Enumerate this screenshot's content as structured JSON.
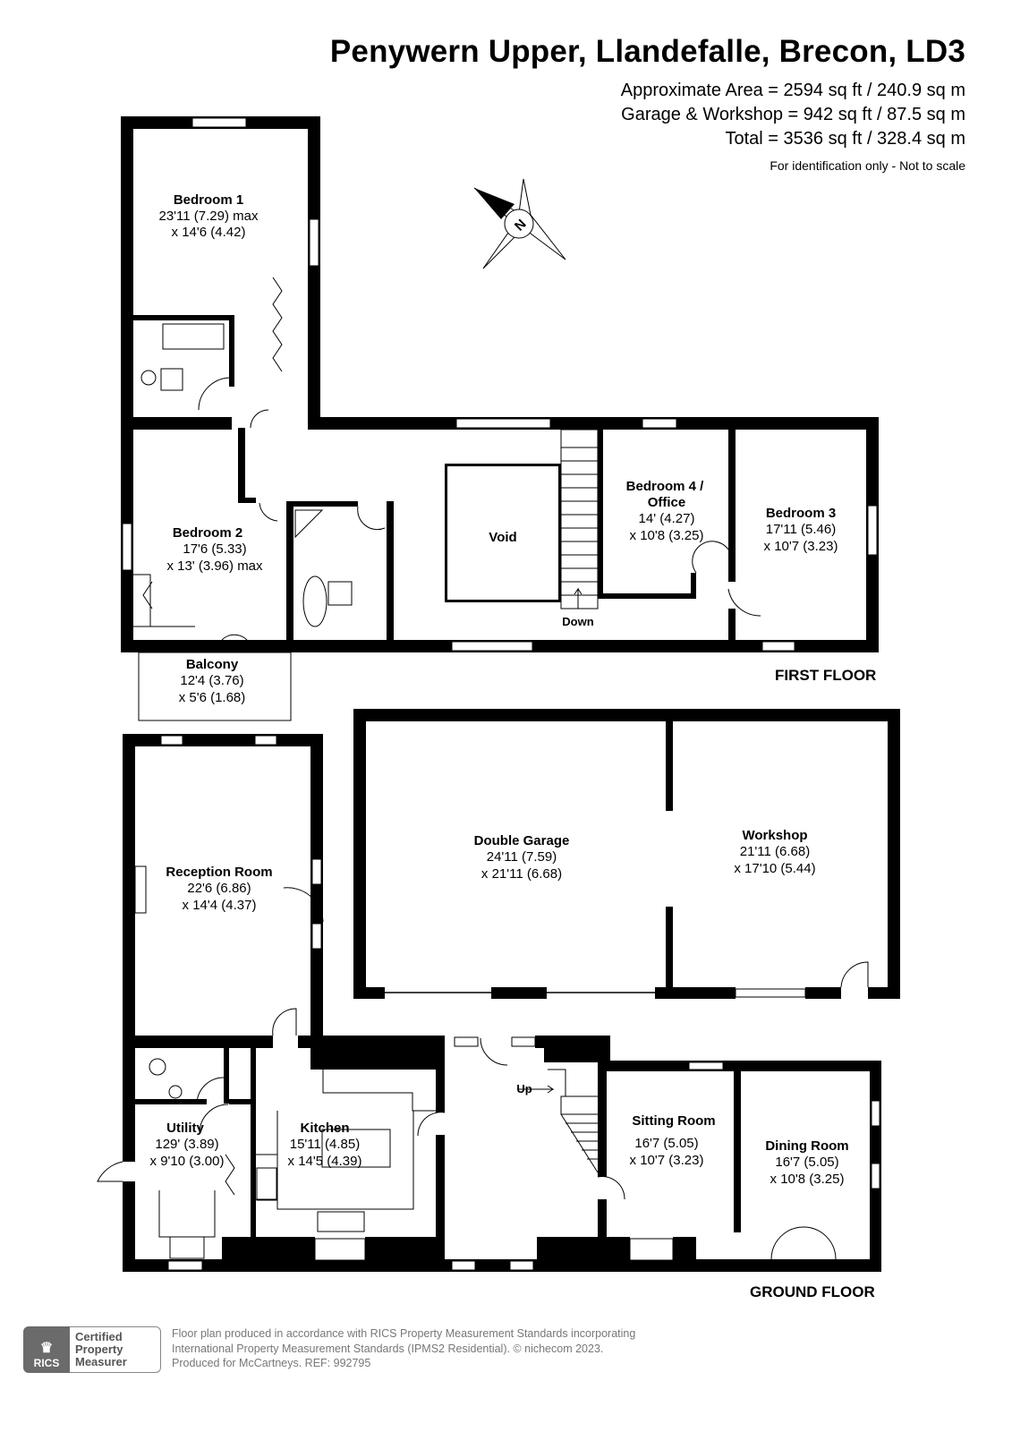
{
  "header": {
    "title": "Penywern Upper, Llandefalle, Brecon, LD3",
    "area_lines": [
      "Approximate Area = 2594 sq ft / 240.9 sq m",
      "Garage & Workshop = 942 sq ft / 87.5 sq m",
      "Total = 3536 sq ft / 328.4 sq m"
    ],
    "note": "For identification only - Not to scale"
  },
  "compass": {
    "label": "N",
    "icon": "compass-north-icon"
  },
  "first_floor": {
    "label": "FIRST FLOOR",
    "rooms": [
      {
        "name": "Bedroom 1",
        "dims": [
          "23'11 (7.29) max",
          "x 14'6 (4.42)"
        ]
      },
      {
        "name": "Bedroom 2",
        "dims": [
          "17'6 (5.33)",
          "x 13' (3.96) max"
        ]
      },
      {
        "name": "Bedroom 4 /",
        "name2": "Office",
        "dims": [
          "14' (4.27)",
          "x 10'8 (3.25)"
        ]
      },
      {
        "name": "Bedroom 3",
        "dims": [
          "17'11 (5.46)",
          "x 10'7 (3.23)"
        ]
      },
      {
        "name": "Balcony",
        "dims": [
          "12'4 (3.76)",
          "x 5'6 (1.68)"
        ]
      }
    ],
    "void": "Void",
    "stairs_label": "Down"
  },
  "outbuilding": {
    "rooms": [
      {
        "name": "Double Garage",
        "dims": [
          "24'11 (7.59)",
          "x 21'11 (6.68)"
        ]
      },
      {
        "name": "Workshop",
        "dims": [
          "21'11 (6.68)",
          "x 17'10 (5.44)"
        ]
      }
    ]
  },
  "ground_floor": {
    "label": "GROUND FLOOR",
    "rooms": [
      {
        "name": "Reception Room",
        "dims": [
          "22'6 (6.86)",
          "x 14'4 (4.37)"
        ]
      },
      {
        "name": "Utility",
        "dims": [
          "129' (3.89)",
          "x 9'10 (3.00)"
        ]
      },
      {
        "name": "Kitchen",
        "dims": [
          "15'11 (4.85)",
          "x 14'5 (4.39)"
        ]
      },
      {
        "name": "Sitting Room",
        "dims": [
          "16'7 (5.05)",
          "x 10'7 (3.23)"
        ]
      },
      {
        "name": "Dining Room",
        "dims": [
          "16'7 (5.05)",
          "x 10'8 (3.25)"
        ]
      }
    ],
    "stairs_label": "Up"
  },
  "footer": {
    "badge": {
      "logo": "RICS",
      "lines": [
        "Certified",
        "Property",
        "Measurer"
      ]
    },
    "lines": [
      "Floor plan produced in accordance with RICS Property Measurement Standards incorporating",
      "International Property Measurement Standards (IPMS2 Residential).   © nichecom 2023.",
      "Produced for McCartneys.   REF: 992795"
    ]
  }
}
